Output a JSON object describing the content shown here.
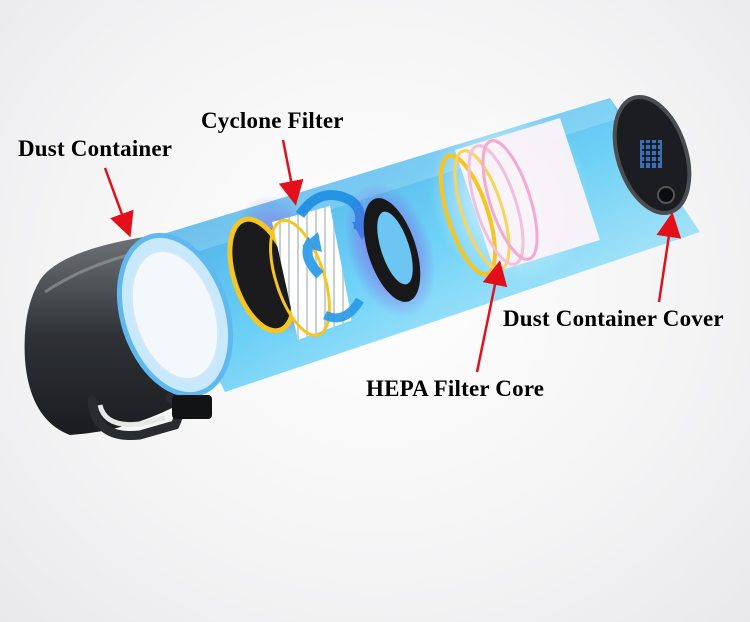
{
  "labels": {
    "dust_container": "Dust Container",
    "cyclone_filter": "Cyclone Filter",
    "dust_container_cover": "Dust Container Cover",
    "hepa_filter_core": "HEPA Filter Core"
  },
  "colors": {
    "arrow": "#e3101c",
    "beam_blue": "#29b6f6",
    "glow_purple": "#7a2cd6",
    "glow_yellow": "#f7c520",
    "label_text": "#000000"
  },
  "icons": {
    "airflow": "circular-airflow-arrows",
    "pointer": "red-arrow"
  }
}
